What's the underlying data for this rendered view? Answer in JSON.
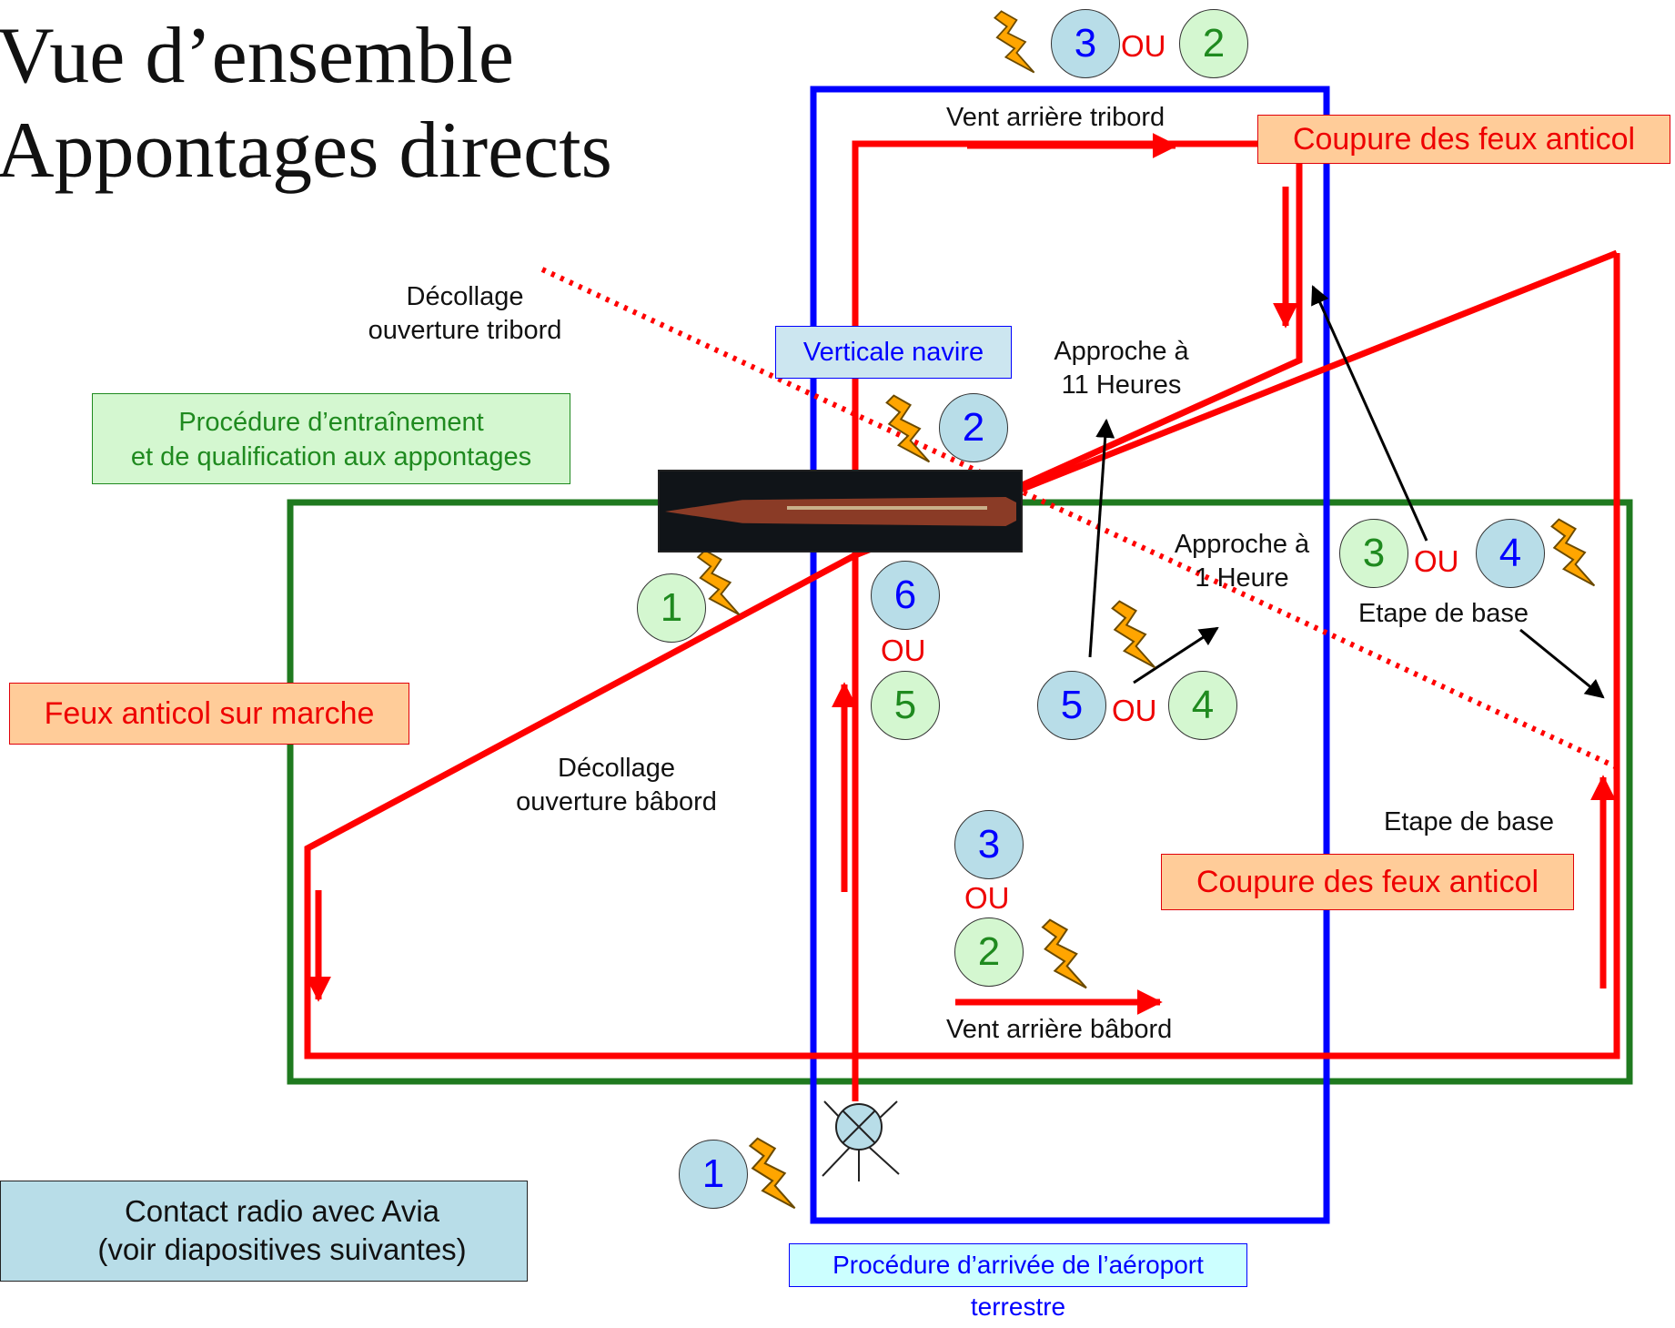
{
  "title": {
    "line1": "Vue d’ensemble",
    "line2": "Appontages directs"
  },
  "boxes": {
    "coupure_top": "Coupure des feux anticol",
    "coupure_bottom": "Coupure des feux anticol",
    "feux_marche": "Feux anticol sur marche",
    "verticale": "Verticale navire",
    "procedure_entrainement": [
      "Procédure d’entraînement",
      "et de qualification aux appontages"
    ],
    "procedure_arrivee": "Procédure d’arrivée de l’aéroport terrestre",
    "legend": [
      "Contact radio avec Avia",
      "(voir diapositives suivantes)"
    ]
  },
  "labels": {
    "vent_tribord": "Vent arrière tribord",
    "vent_babord": "Vent arrière bâbord",
    "decollage_tribord": [
      "Décollage",
      "ouverture tribord"
    ],
    "decollage_babord": [
      "Décollage",
      "ouverture bâbord"
    ],
    "approche_11": [
      "Approche à",
      "11 Heures"
    ],
    "approche_1": [
      "Approche à",
      "1 Heure"
    ],
    "etape_base_1": "Etape de base",
    "etape_base_2": "Etape de base",
    "ou": "OU"
  },
  "circles": {
    "top_a": "3",
    "top_b": "2",
    "vertical": "2",
    "left_takeoff": "1",
    "right_a": "3",
    "right_b": "4",
    "center_a": "6",
    "center_b": "5",
    "app_a": "5",
    "app_b": "4",
    "bottom_a": "3",
    "bottom_b": "2",
    "arrival": "1"
  },
  "colors": {
    "blue_pattern": "#0000ff",
    "green_pattern": "#1f7a1f",
    "red_path": "#ff0000",
    "bolt": "#ffa500"
  },
  "icons": {
    "bolt": "lightning-bolt-icon",
    "beacon": "beacon-icon"
  }
}
